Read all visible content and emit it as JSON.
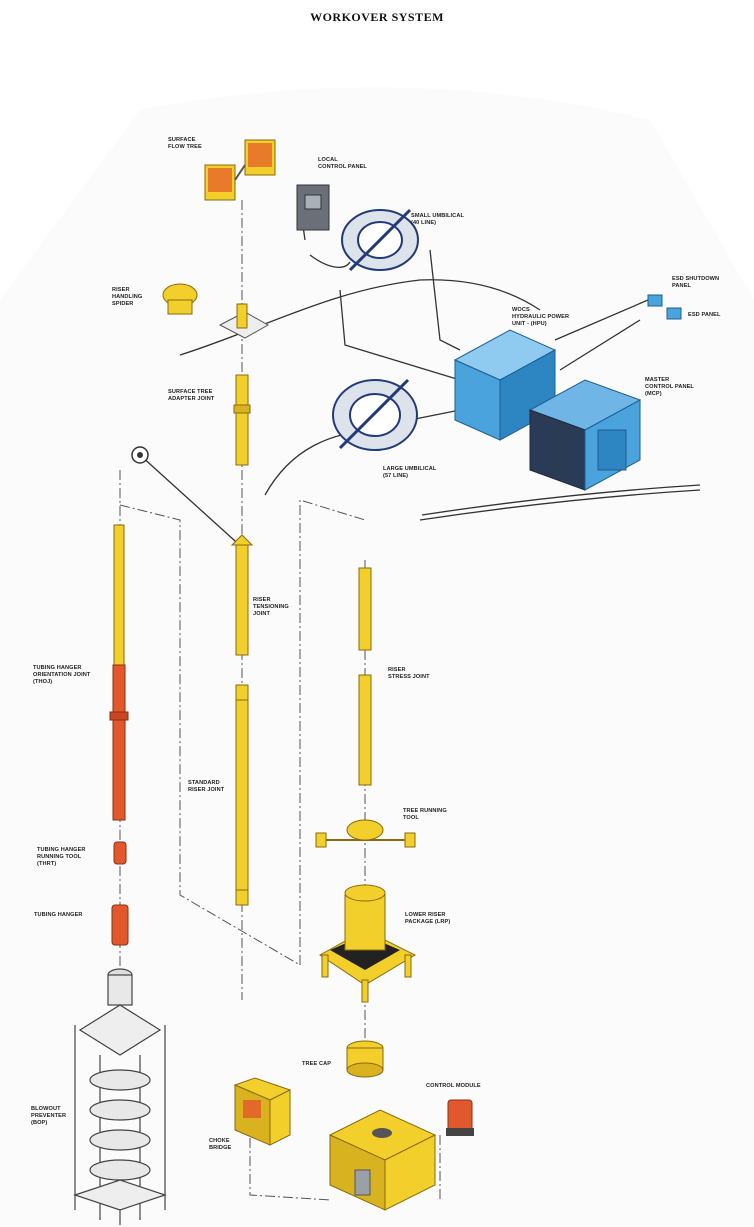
{
  "title": "WORKOVER SYSTEM",
  "labels": {
    "surface_flow_tree": "SURFACE\nFLOW TREE",
    "local_control_panel": "LOCAL\nCONTROL PANEL",
    "small_umbilical": "SMALL UMBILICAL\n(40 LINE)",
    "riser_handling_spider": "RISER\nHANDLING\nSPIDER",
    "esd_shutdown_panel": "ESD SHUTDOWN\nPANEL",
    "esd_panel": "ESD PANEL",
    "wocs_hpu": "WOCS\nHYDRAULIC POWER\nUNIT - (HPU)",
    "master_control_panel": "MASTER\nCONTROL PANEL\n(MCP)",
    "surface_tree_adapter_joint": "SURFACE TREE\nADAPTER JOINT",
    "large_umbilical": "LARGE UMBILICAL\n(57 LINE)",
    "riser_tensioning_joint": "RISER\nTENSIONING\nJOINT",
    "tubing_hanger_orientation_joint": "TUBING HANGER\nORIENTATION JOINT\n(THOJ)",
    "riser_stress_joint": "RISER\nSTRESS JOINT",
    "standard_riser_joint": "STANDARD\nRISER JOINT",
    "tree_running_tool": "TREE RUNNING\nTOOL",
    "tubing_hanger_running_tool": "TUBING HANGER\nRUNNING TOOL\n(THRT)",
    "tubing_hanger": "TUBING HANGER",
    "lower_riser_package": "LOWER RISER\nPACKAGE (LRP)",
    "tree_cap": "TREE CAP",
    "control_module": "CONTROL MODULE",
    "blowout_preventer": "BLOWOUT\nPREVENTER\n(BOP)",
    "choke_bridge": "CHOKE\nBRIDGE"
  },
  "colors": {
    "yellow": "#f2cf2b",
    "yellow_dark": "#b8941a",
    "orange_red": "#e2572b",
    "blue": "#4aa3dd",
    "blue_dark": "#1f5f8f",
    "navy": "#233a7a",
    "steel_gray": "#9aa0a8"
  }
}
